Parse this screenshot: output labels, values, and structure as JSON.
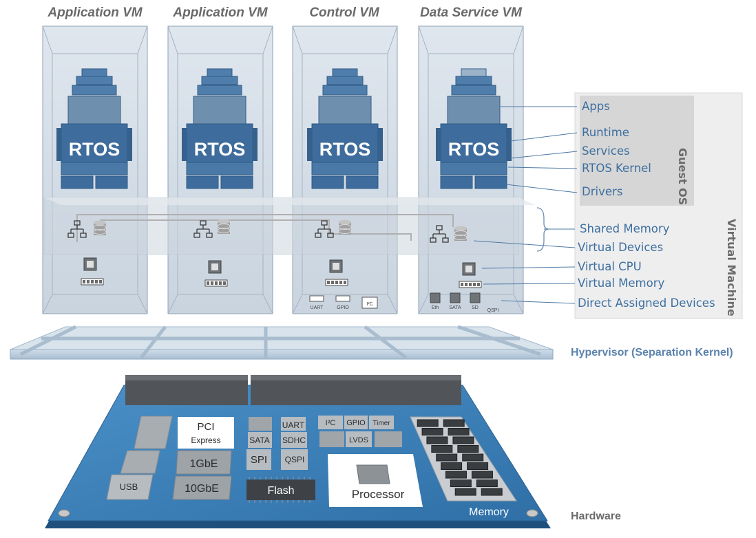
{
  "vms": [
    {
      "title": "Application VM",
      "os": "RTOS"
    },
    {
      "title": "Application VM",
      "os": "RTOS"
    },
    {
      "title": "Control VM",
      "os": "RTOS"
    },
    {
      "title": "Data Service VM",
      "os": "RTOS"
    }
  ],
  "control_devices": [
    "UART",
    "GPIO",
    "I²C"
  ],
  "data_service_devices": [
    "Eth",
    "SATA",
    "SD",
    "QSPI"
  ],
  "guest_os": {
    "group_label": "Guest OS",
    "items": [
      "Apps",
      "Runtime",
      "Services",
      "RTOS Kernel",
      "Drivers"
    ]
  },
  "virtual_machine": {
    "group_label": "Virtual Machine",
    "items": [
      "Shared Memory",
      "Virtual Devices",
      "Virtual CPU",
      "Virtual Memory",
      "Direct Assigned Devices"
    ]
  },
  "hypervisor_label": "Hypervisor (Separation Kernel)",
  "hardware": {
    "label": "Hardware",
    "pci_line1": "PCI",
    "pci_line2": "Express",
    "gbe1": "1GbE",
    "gbe10": "10GbE",
    "usb": "USB",
    "sata": "SATA",
    "spi": "SPI",
    "uart": "UART",
    "sdhc": "SDHC",
    "qspi": "QSPI",
    "i2c": "I²C",
    "gpio": "GPIO",
    "timer": "Timer",
    "lvds": "LVDS",
    "flash": "Flash",
    "processor": "Processor",
    "memory": "Memory"
  },
  "colors": {
    "rtos_block": "#3e6c9c",
    "vm_box": "#d3dde7",
    "board": "#3d83bd",
    "label_blue": "#3d6fa0",
    "guest_os_panel": "#d6d6d6",
    "vm_panel": "#eeeeee"
  }
}
